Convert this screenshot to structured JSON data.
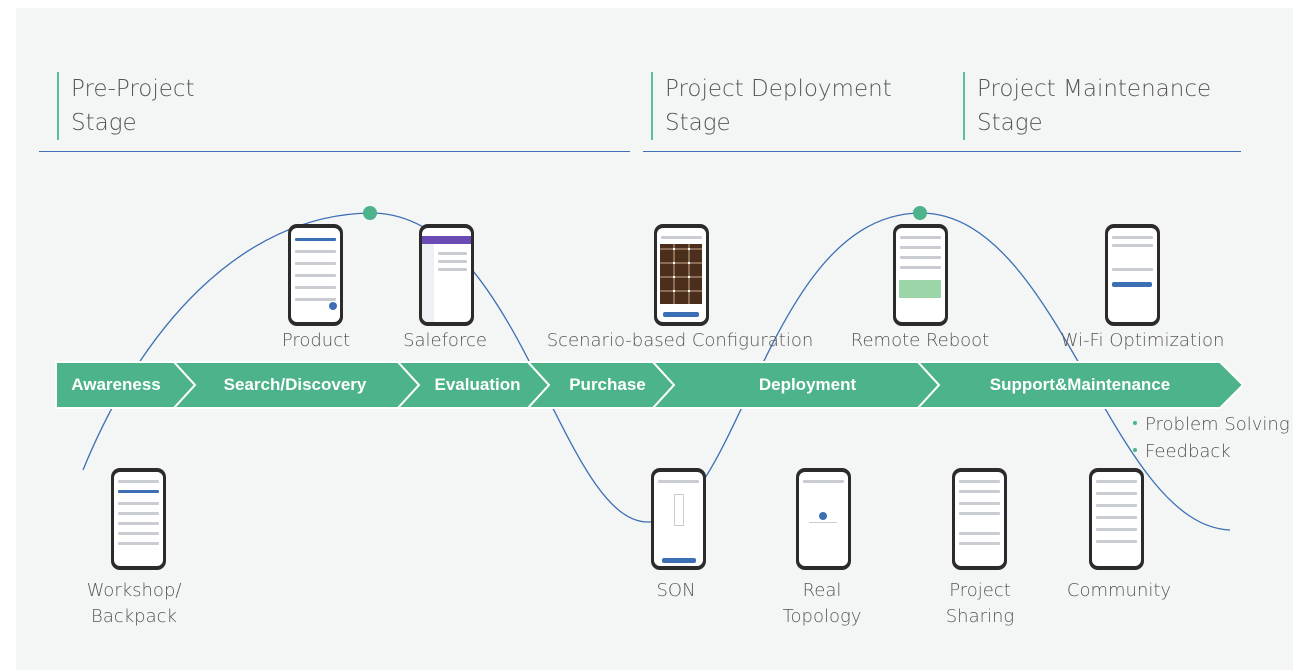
{
  "stages": {
    "pre_project": [
      "Pre-Project",
      "Stage"
    ],
    "deployment": [
      "Project Deployment",
      "Stage"
    ],
    "maintenance": [
      "Project Maintenance",
      "Stage"
    ]
  },
  "flow": {
    "awareness": "Awareness",
    "search": "Search/Discovery",
    "evaluation": "Evaluation",
    "purchase": "Purchase",
    "deployment": "Deployment",
    "support": "Support&Maintenance"
  },
  "top_labels": {
    "product": "Product",
    "saleforce": "Saleforce",
    "scenario": "Scenario-based Configuration",
    "remote": "Remote Reboot",
    "wifi": "Wi-Fi Optimization"
  },
  "bottom_labels": {
    "workshop": [
      "Workshop/",
      "Backpack"
    ],
    "son": "SON",
    "topology": [
      "Real",
      "Topology"
    ],
    "sharing": [
      "Project",
      "Sharing"
    ],
    "community": "Community"
  },
  "bullets": [
    "Problem Solving",
    "Feedback"
  ],
  "colors": {
    "accent": "#4db38a",
    "line": "#3d6fb4",
    "text": "#555555"
  }
}
